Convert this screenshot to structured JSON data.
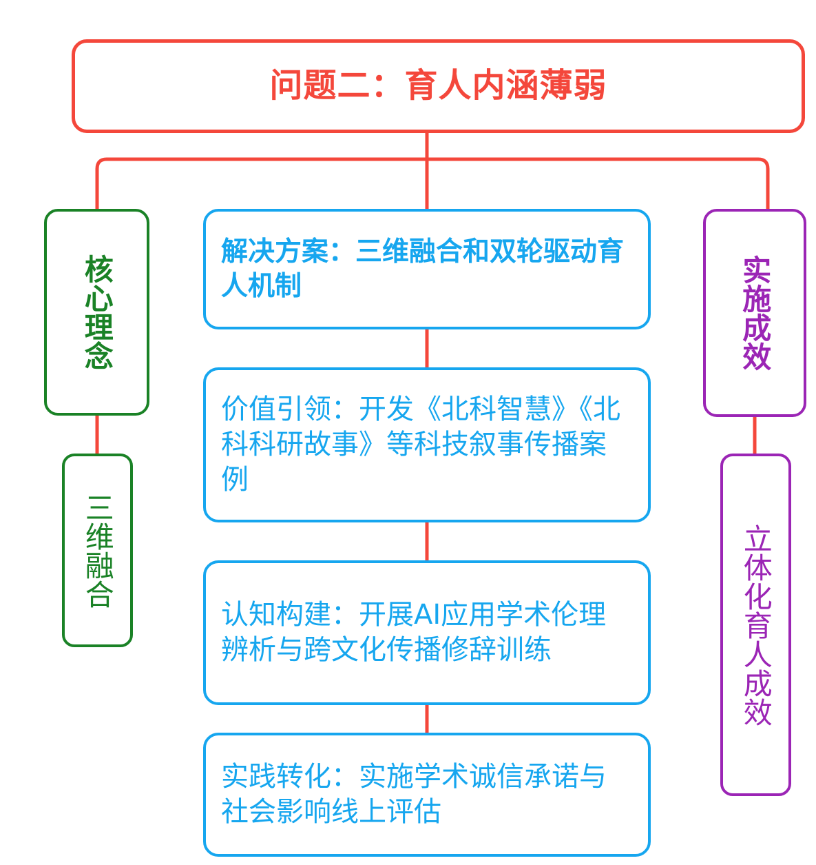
{
  "colors": {
    "red": "#f4473b",
    "green": "#1a8226",
    "blue": "#16a6ef",
    "purple": "#9b25b5",
    "background": "#ffffff"
  },
  "title": {
    "text": "问题二：育人内涵薄弱"
  },
  "left_column": {
    "heading": "核心理念",
    "item": "三维融合"
  },
  "right_column": {
    "heading": "实施成效",
    "item": "立体化育人成效"
  },
  "center_column": {
    "solution": "解决方案：三维融合和双轮驱动育人机制",
    "items": [
      "价值引领：开发《北科智慧》《北科科研故事》等科技叙事传播案例",
      "认知构建：开展AI应用学术伦理辨析与跨文化传播修辞训练",
      "实践转化：实施学术诚信承诺与社会影响线上评估"
    ]
  }
}
